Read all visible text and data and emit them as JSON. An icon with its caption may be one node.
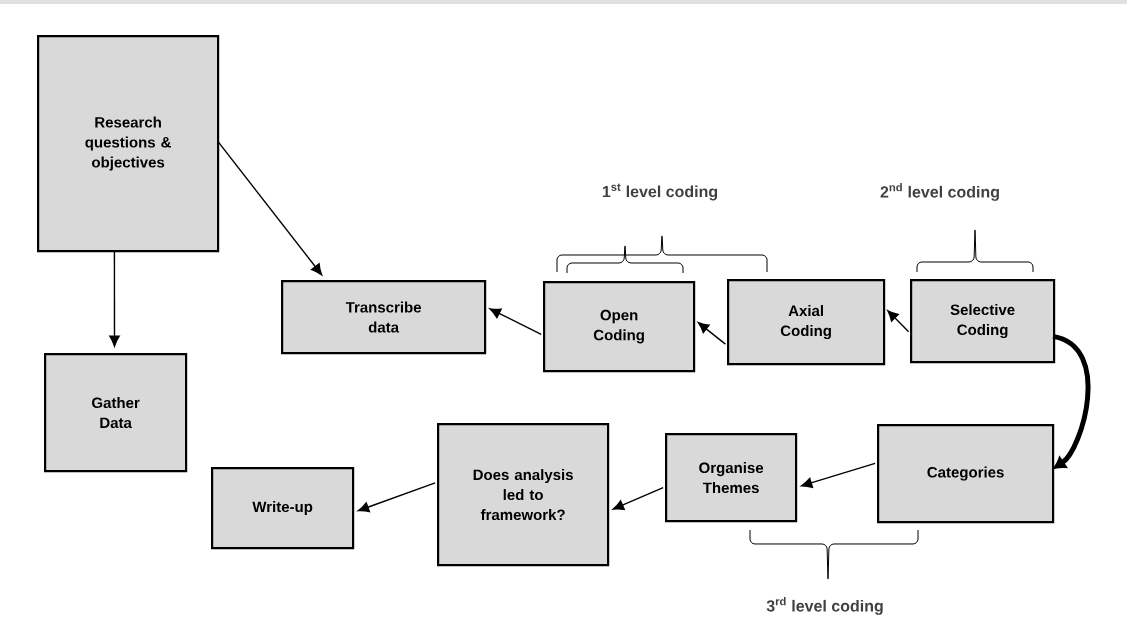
{
  "diagram": {
    "nodes": [
      {
        "text": [
          "Research questions & objectives"
        ]
      },
      {
        "text": [
          "Gather Data"
        ]
      },
      {
        "text": [
          "Transcribe data"
        ]
      },
      {
        "text": [
          "Open Coding"
        ]
      },
      {
        "text": [
          "Axial Coding"
        ]
      },
      {
        "text": [
          "Selective Coding"
        ]
      },
      {
        "text": [
          "Categories"
        ]
      },
      {
        "text": [
          "Organise Themes"
        ]
      },
      {
        "text": [
          "Does analysis led to framework?"
        ]
      },
      {
        "text": [
          "Write-up"
        ]
      }
    ],
    "edges": [
      {
        "from": 0,
        "to": 1,
        "arrow": "to"
      },
      {
        "from": 0,
        "to": 2,
        "arrow": "to"
      },
      {
        "from": 3,
        "to": 2,
        "arrow": "to"
      },
      {
        "from": 4,
        "to": 3,
        "arrow": "to"
      },
      {
        "from": 5,
        "to": 4,
        "arrow": "to"
      },
      {
        "from": 5,
        "to": 6,
        "arrow": "to",
        "style": "thick"
      },
      {
        "from": 6,
        "to": 7,
        "arrow": "to"
      },
      {
        "from": 7,
        "to": 8,
        "arrow": "to"
      },
      {
        "from": 8,
        "to": 9,
        "arrow": "to"
      }
    ],
    "labels": [
      "1$^{st}$ level coding",
      "2$^{nd}$ level coding",
      "3$^{rd}$ level coding"
    ]
  }
}
